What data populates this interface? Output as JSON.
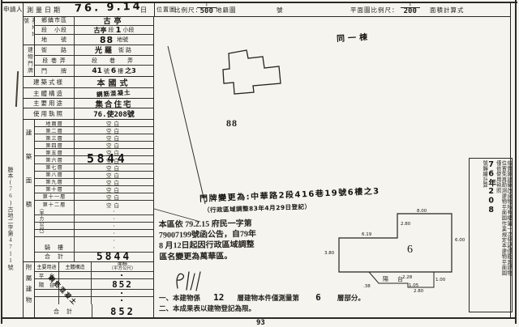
{
  "colors": {
    "paper": "#f6f4ee",
    "ink": "#2b2925",
    "hand": "#17140f"
  },
  "top": {
    "applicant": "申請人",
    "survey_label": "測量日期",
    "survey_value": "76. 9.14",
    "survey_suffix": "日",
    "location_map": "位置圖",
    "scale_label": "比例尺：",
    "scale_num": "1",
    "scale_den": "500",
    "cadastral": "地籍圖",
    "number": "號",
    "plan_scale_label": "平面圖比例尺：",
    "plan_scale_num": "1",
    "plan_scale_den": "200",
    "area_calc": "面積計算式"
  },
  "site": {
    "side": "基地地號",
    "r1_label": "鄉鎮市區",
    "r1_value": "古亭",
    "r2_label": "段　小段",
    "r2_hand1": "古亭",
    "r2_mid": "段",
    "r2_hand2": "1",
    "r2_suffix": "小段",
    "r3_label": "地　　號",
    "r3_value": "88",
    "r3_suffix": "地號"
  },
  "addr": {
    "side": "建物門牌",
    "r1_label": "街　　路",
    "r1_value": "光羅",
    "r1_suffix": "街路",
    "r2_label": "段 巷 弄",
    "r2_value": "段　巷　弄",
    "r3_label": "門　　牌",
    "r3_d1": "41",
    "r3_d2": "號",
    "r3_d3": "6",
    "r3_d4": "樓",
    "r3_d5": "之3"
  },
  "info": {
    "style_label": "建築式樣",
    "style_value": "本國式",
    "structure_label": "主體構造",
    "structure_value": "鋼筋混凝土",
    "use_label": "主要用途",
    "use_value": "集合住宅",
    "license_label": "使用執照",
    "license_value": "76.使208號"
  },
  "floors": {
    "side": "建築面積",
    "side_unit": "（平方公尺）",
    "rows": [
      {
        "label": "地面層",
        "value": "空白"
      },
      {
        "label": "第二層",
        "value": "空白"
      },
      {
        "label": "第三層",
        "value": "空白"
      },
      {
        "label": "第四層",
        "value": "空白"
      },
      {
        "label": "第五層",
        "value": "空白"
      },
      {
        "label": "第六層",
        "value": "空白"
      },
      {
        "label": "第七層",
        "value": "空白"
      },
      {
        "label": "第八層",
        "value": "空白"
      },
      {
        "label": "第九層",
        "value": "空白"
      },
      {
        "label": "第十層",
        "value": "空白"
      },
      {
        "label": "第十一層",
        "value": "空白"
      },
      {
        "label": "第十二層",
        "value": "空白"
      }
    ],
    "dots": [
      {
        "value": "·"
      },
      {
        "value": "·"
      },
      {
        "value": "·"
      },
      {
        "value": "·"
      },
      {
        "value": "·"
      }
    ],
    "floor6_hand": "5844",
    "arcade_label": "騎　樓",
    "arcade_value": "·",
    "total_label": "合　計",
    "total_value": "5844"
  },
  "annex": {
    "side": "附屬建物",
    "h_use": "主要用途",
    "h_structure": "主體構造",
    "h_area1": "面積",
    "h_area2": "（平方公尺）",
    "structure_hand": "鋼筋混凝土",
    "rows": [
      {
        "use": "平　台",
        "area": "·"
      },
      {
        "use": "陽　台",
        "area": "852"
      },
      {
        "use": "",
        "area": "·"
      },
      {
        "use": "",
        "area": "·"
      }
    ],
    "total_label": "合　計",
    "total_value": "852"
  },
  "margin": {
    "stamp": "謄本(76)古地二字第4711號"
  },
  "map": {
    "same_building": "同一棟",
    "parcel": "88",
    "annotation1": "門牌變更為:中華路2段416巷19號6樓之3",
    "annotation2": "（行政區域調整83年4月29日登記）",
    "stamp_l1": "本區依 79.2.15 府民一字第",
    "stamp_l2": "79007199號函公告，自79年",
    "stamp_l3": "8 月12日起因行政區域調整",
    "stamp_l4": "區名變更為萬華區。"
  },
  "plan": {
    "floor": "6",
    "balcony": "陽　台",
    "dim_top": "8.00",
    "dim_step": "2.80",
    "dim_upper_left": "6.19",
    "dim_right": "6.00",
    "dim_left": "3.80",
    "dim_balcony": "2.28",
    "dim_b1": "1.00",
    "dim_b2": "1.05",
    "dim_b3": "2.80",
    "dim_b4": ".38"
  },
  "rightbox": {
    "col1": "依實施建築改良物所有權第一次登記僅勘測建物",
    "col2": "位置免再勘測建物平面圖作業規定本建物平面圖",
    "col3_pre": "僅依使用執照",
    "col3_hand": "76年208",
    "col3_suf": "號轉繪計算"
  },
  "notes": {
    "n1a": "一、本建物係",
    "n1_num": "12",
    "n1b": "層建物本件僅測量第",
    "n1_num2": "6",
    "n1c": "層部分。",
    "n2": "二、本成果表以建物登記為限。"
  },
  "page_number": "93"
}
